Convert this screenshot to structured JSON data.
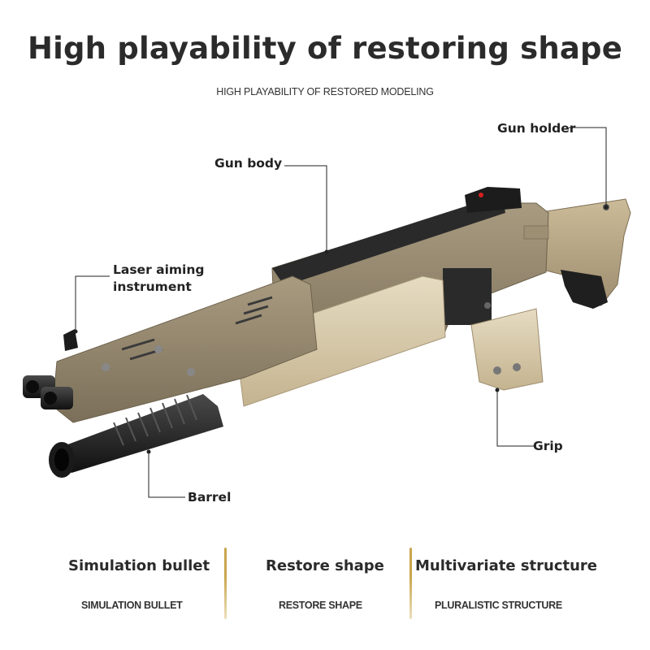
{
  "header": {
    "title": "High playability of restoring shape",
    "subtitle": "HIGH PLAYABILITY OF RESTORED MODELING"
  },
  "callouts": {
    "gun_holder": "Gun holder",
    "gun_body": "Gun body",
    "laser_line1": "Laser aiming",
    "laser_line2": "instrument",
    "grip": "Grip",
    "barrel": "Barrel"
  },
  "features": [
    {
      "title": "Simulation bullet",
      "subtitle": "SIMULATION BULLET"
    },
    {
      "title": "Restore shape",
      "subtitle": "RESTORE SHAPE"
    },
    {
      "title": "Multivariate structure",
      "subtitle": "PLURALISTIC STRUCTURE"
    }
  ],
  "colors": {
    "tan": "#b8a483",
    "tan_light": "#d9ccae",
    "olive": "#8f826a",
    "black": "#1e1e1e",
    "accent_divider": "#c9a54d"
  }
}
